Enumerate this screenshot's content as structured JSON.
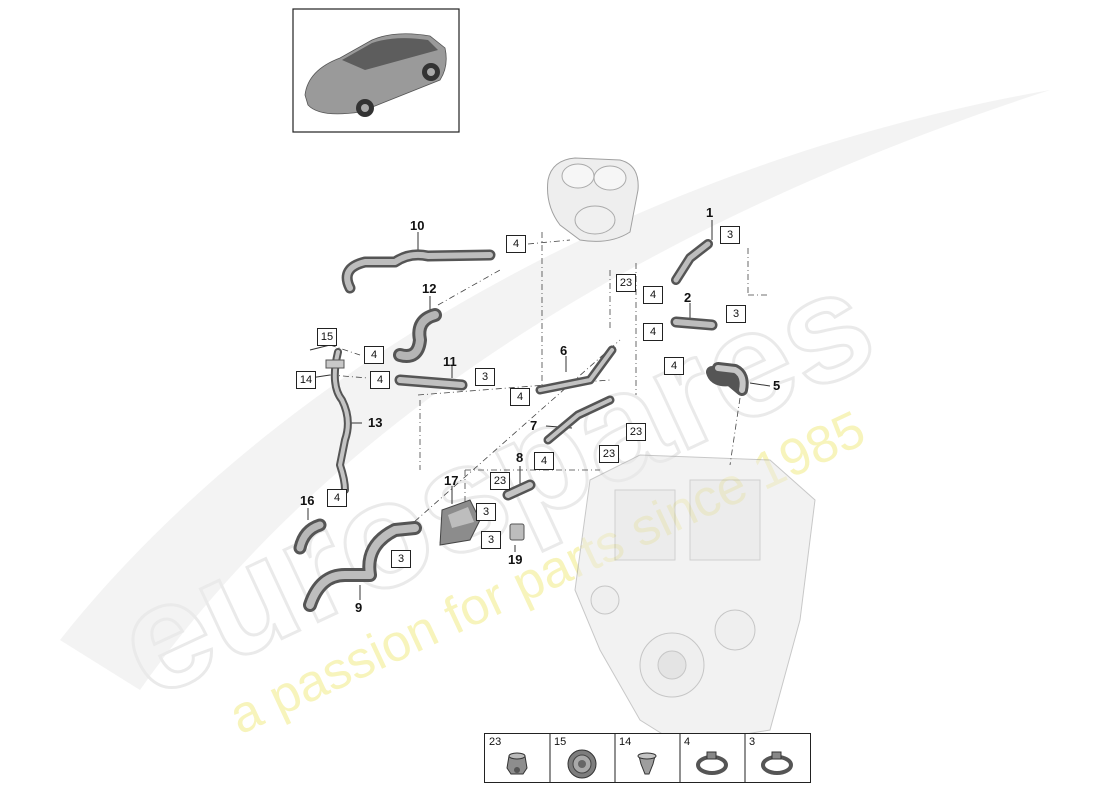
{
  "watermark": {
    "brand": "eurospares",
    "tagline": "a passion for parts since 1985"
  },
  "callouts": [
    {
      "id": "1",
      "label": "1"
    },
    {
      "id": "2",
      "label": "2"
    },
    {
      "id": "5",
      "label": "5"
    },
    {
      "id": "6",
      "label": "6"
    },
    {
      "id": "7",
      "label": "7"
    },
    {
      "id": "8",
      "label": "8"
    },
    {
      "id": "9",
      "label": "9"
    },
    {
      "id": "10",
      "label": "10"
    },
    {
      "id": "11",
      "label": "11"
    },
    {
      "id": "12",
      "label": "12"
    },
    {
      "id": "13",
      "label": "13"
    },
    {
      "id": "16",
      "label": "16"
    },
    {
      "id": "17",
      "label": "17"
    },
    {
      "id": "19",
      "label": "19"
    }
  ],
  "boxes": {
    "b4_top": "4",
    "b3_1": "3",
    "b23_a": "23",
    "b4_1": "4",
    "b4_2": "4",
    "b3_2": "3",
    "b15": "15",
    "b4_15": "4",
    "b14": "14",
    "b4_14": "4",
    "b3_11": "3",
    "b4_6": "4",
    "b4_5": "4",
    "b23_b": "23",
    "b23_c": "23",
    "b4_8": "4",
    "b23_d": "23",
    "b4_16": "4",
    "b3_17": "3",
    "b3_19": "3",
    "b3_9": "3"
  },
  "legend": [
    {
      "number": "23",
      "icon": "plug-icon"
    },
    {
      "number": "15",
      "icon": "grommet-icon"
    },
    {
      "number": "14",
      "icon": "clip-icon"
    },
    {
      "number": "4",
      "icon": "hose-clamp-icon"
    },
    {
      "number": "3",
      "icon": "hose-clamp-icon"
    }
  ]
}
